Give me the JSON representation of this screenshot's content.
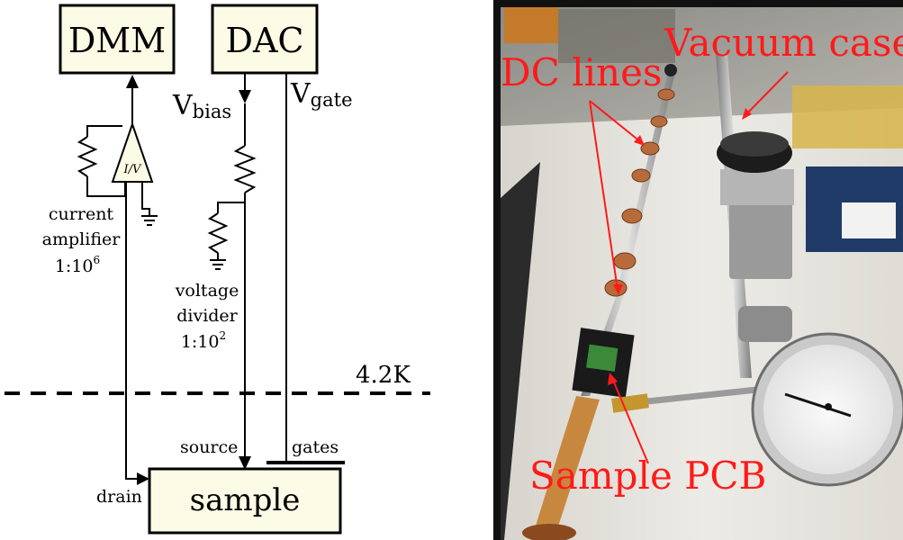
{
  "circuit": {
    "dmm": "DMM",
    "dac": "DAC",
    "v_bias": {
      "main": "V",
      "sub": "bias"
    },
    "v_gate": {
      "main": "V",
      "sub": "gate"
    },
    "iv_symbol": "I/V",
    "current_amplifier": {
      "line1": "current",
      "line2": "amplifier",
      "ratio": "1:10",
      "ratio_exp": "6"
    },
    "voltage_divider": {
      "line1": "voltage",
      "line2": "divider",
      "ratio": "1:10",
      "ratio_exp": "2"
    },
    "temperature": "4.2K",
    "source": "source",
    "gates": "gates",
    "drain": "drain",
    "sample": "sample"
  },
  "photo": {
    "labels": {
      "dc_lines": "DC lines",
      "vacuum_case": "Vacuum case",
      "sample_pcb": "Sample PCB"
    },
    "label_color": "#ff1a1a"
  }
}
